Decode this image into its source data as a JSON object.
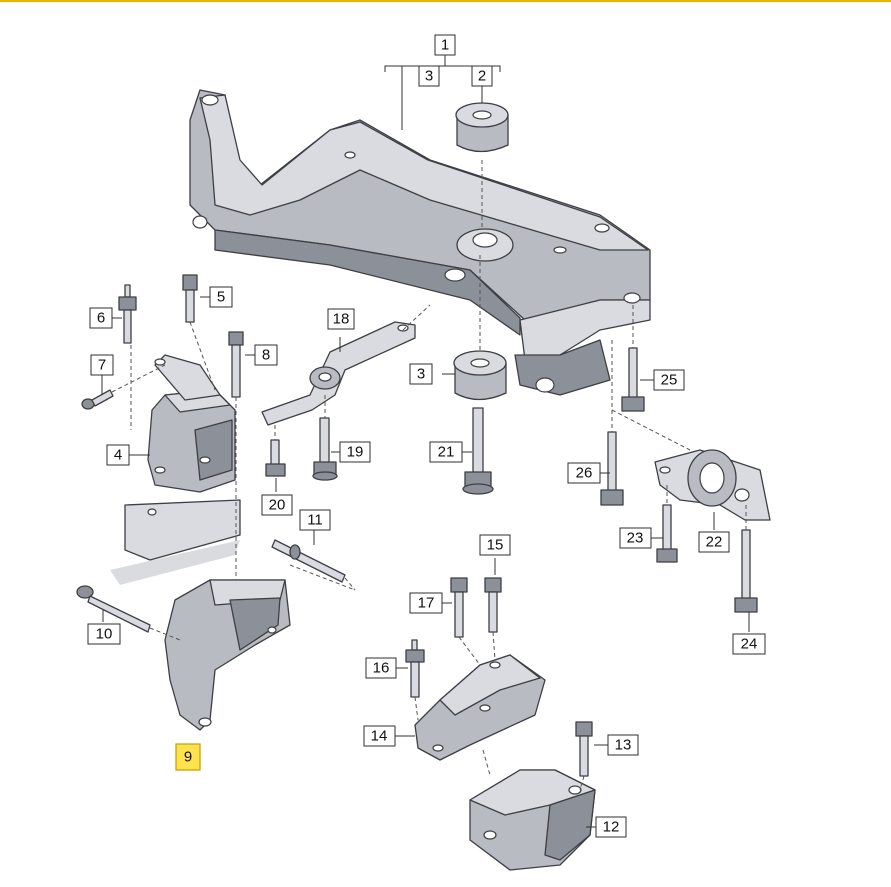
{
  "callouts": {
    "c1": "1",
    "c2": "2",
    "c3a": "3",
    "c3b": "3",
    "c4": "4",
    "c5": "5",
    "c6": "6",
    "c7": "7",
    "c8": "8",
    "c9": "9",
    "c10": "10",
    "c11": "11",
    "c12": "12",
    "c13": "13",
    "c14": "14",
    "c15": "15",
    "c16": "16",
    "c17": "17",
    "c18": "18",
    "c19": "19",
    "c20": "20",
    "c21": "21",
    "c22": "22",
    "c23": "23",
    "c24": "24",
    "c25": "25",
    "c26": "26"
  },
  "highlighted_callout": "9",
  "colors": {
    "top_rule": "#e8b400",
    "highlight": "#ffe24d",
    "part_fill": "#b8bbc2"
  }
}
